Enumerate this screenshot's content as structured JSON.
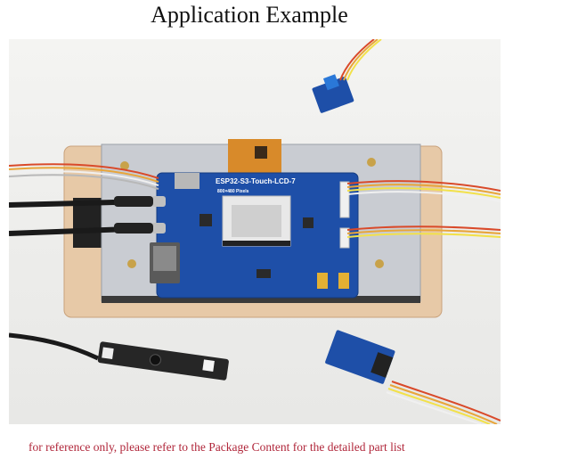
{
  "title": "Application Example",
  "board": {
    "name": "ESP32-S3-Touch-LCD-7",
    "resolution": "800×480 Pixels"
  },
  "footnote": "for reference only, please refer to the Package Content for the detailed part list"
}
